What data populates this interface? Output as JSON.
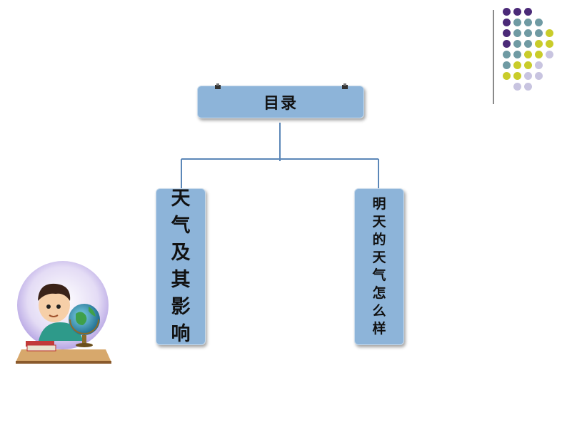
{
  "diagram": {
    "title": "目录",
    "branches": [
      {
        "label": "天气及其影响"
      },
      {
        "label": "明天的天气怎么样"
      }
    ]
  },
  "colors": {
    "box_fill": "#8db4d9",
    "connector": "#5b87b8",
    "dot_purple": "#4b2a78",
    "dot_teal": "#6f9aa3",
    "dot_yellow": "#c9cc2a",
    "dot_lavender": "#c8c4e0"
  },
  "decorations": {
    "illustration": "boy-with-globe-and-books",
    "dot_pattern": "corner-dot-grid"
  }
}
